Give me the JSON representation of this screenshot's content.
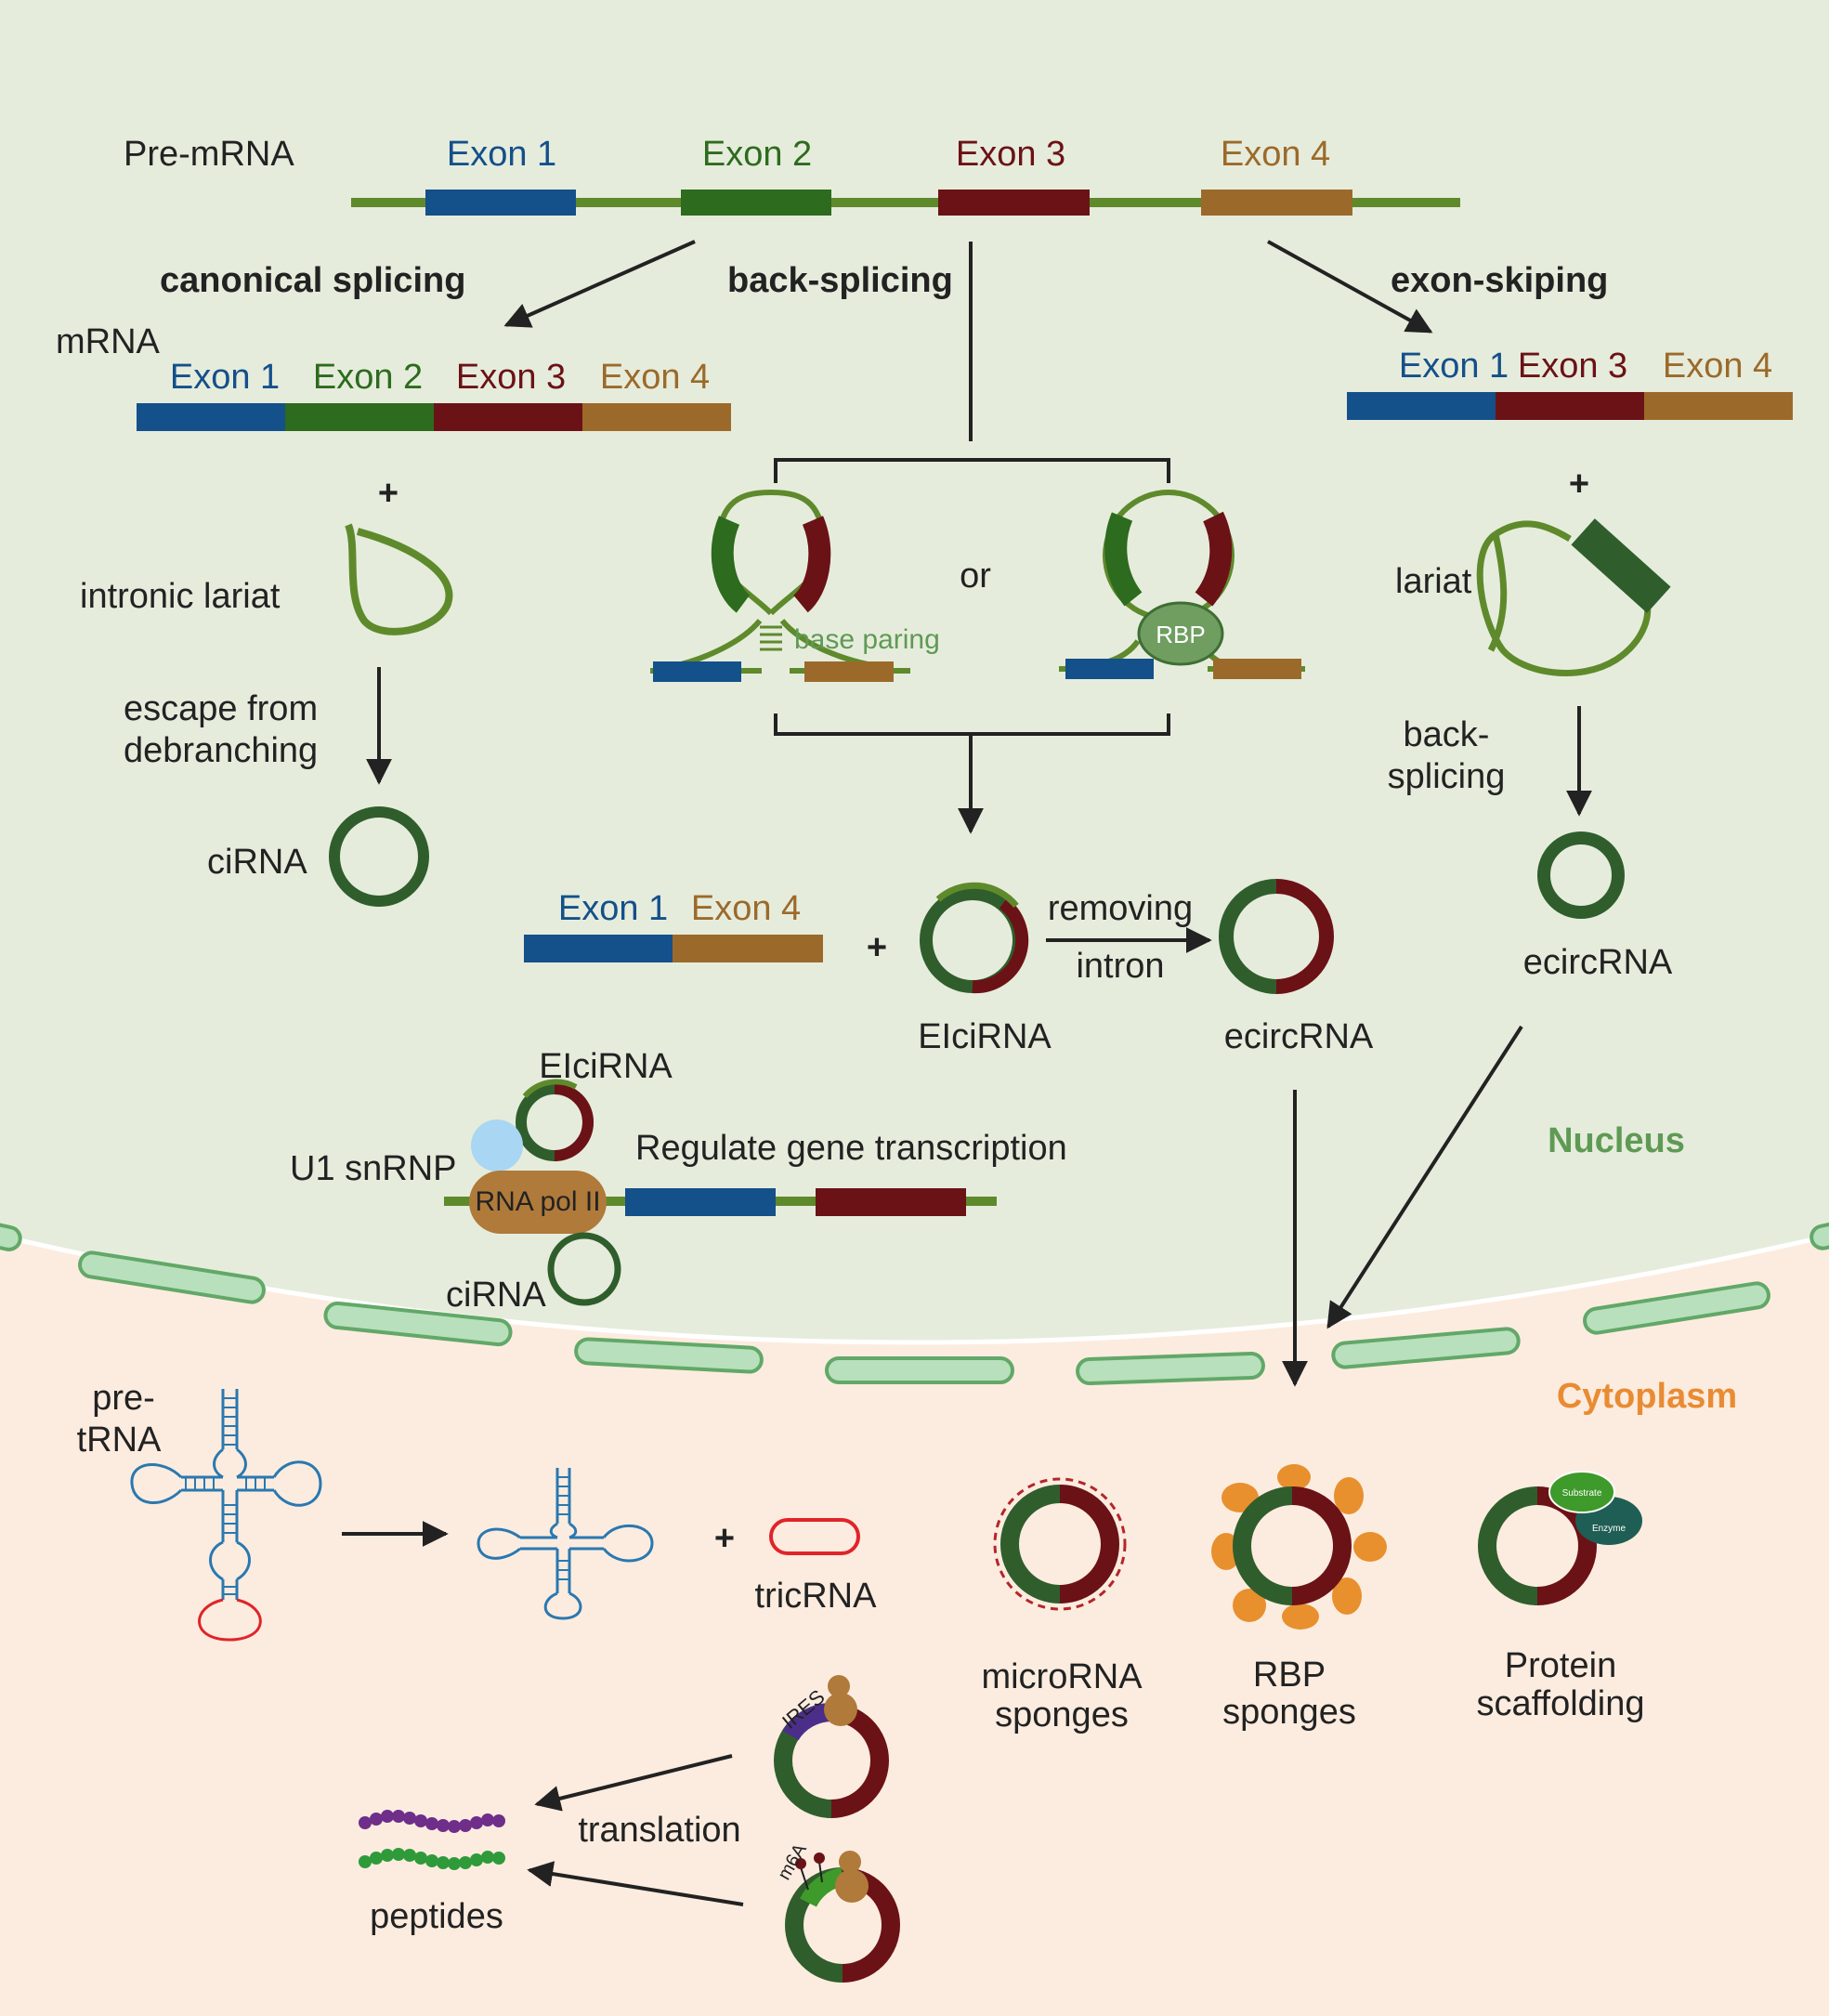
{
  "labels": {
    "pre_mrna": "Pre-mRNA",
    "exon1": "Exon 1",
    "exon2": "Exon 2",
    "exon3": "Exon 3",
    "exon4": "Exon 4",
    "canonical_splicing": "canonical splicing",
    "back_splicing": "back-splicing",
    "exon_skipping": "exon-skiping",
    "mrna": "mRNA",
    "plus": "+",
    "intronic_lariat": "intronic lariat",
    "escape_line1": "escape from",
    "escape_line2": "debranching",
    "cirna": "ciRNA",
    "or": "or",
    "base_paring": "base paring",
    "rbp": "RBP",
    "lariat": "lariat",
    "back_line1": "back-",
    "back_line2": "splicing",
    "ecircrna": "ecircRNA",
    "removing": "removing",
    "intron": "intron",
    "elcirna": "EIciRNA",
    "u1_snrnp": "U1 snRNP",
    "rna_pol_ii": "RNA pol II",
    "regulate": "Regulate gene transcription",
    "nucleus": "Nucleus",
    "cytoplasm": "Cytoplasm",
    "pre_trna_line1": "pre-",
    "pre_trna_line2": "tRNA",
    "tricrna": "tricRNA",
    "microrna_line1": "microRNA",
    "microrna_line2": "sponges",
    "rbp_line1": "RBP",
    "rbp_line2": "sponges",
    "protein_line1": "Protein",
    "protein_line2": "scaffolding",
    "substrate": "Substrate",
    "enzyme": "Enzyme",
    "ires": "IRES",
    "m6a": "m6A",
    "translation": "translation",
    "peptides": "peptides"
  },
  "colors": {
    "nucleus_bg": "#e6ecdc",
    "cytoplasm_bg": "#fcecdf",
    "intron_line": "#5e8a2c",
    "exon1": "#14508a",
    "exon2": "#2d6b1e",
    "exon3": "#6b1216",
    "exon4": "#9b6a2a",
    "circ_green": "#2f5e2c",
    "circ_red": "#6b1216",
    "nucleus_label": "#5f9a55",
    "cytoplasm_label": "#e98b33",
    "membrane_fill": "#b8e0bc",
    "membrane_stroke": "#62a868",
    "trna": "#2a78b0",
    "anticodon": "#e0242a",
    "rbp_orange": "#e8902e",
    "ires_purple": "#4b2e8a",
    "ribosome": "#b07a3a",
    "pol2": "#b07a3a",
    "u1": "#a9d6f2"
  },
  "icons": [
    "arrow-icon",
    "circrna-icon",
    "lariat-icon",
    "trna-icon",
    "ribosome-icon",
    "peptide-icon",
    "membrane-icon"
  ]
}
